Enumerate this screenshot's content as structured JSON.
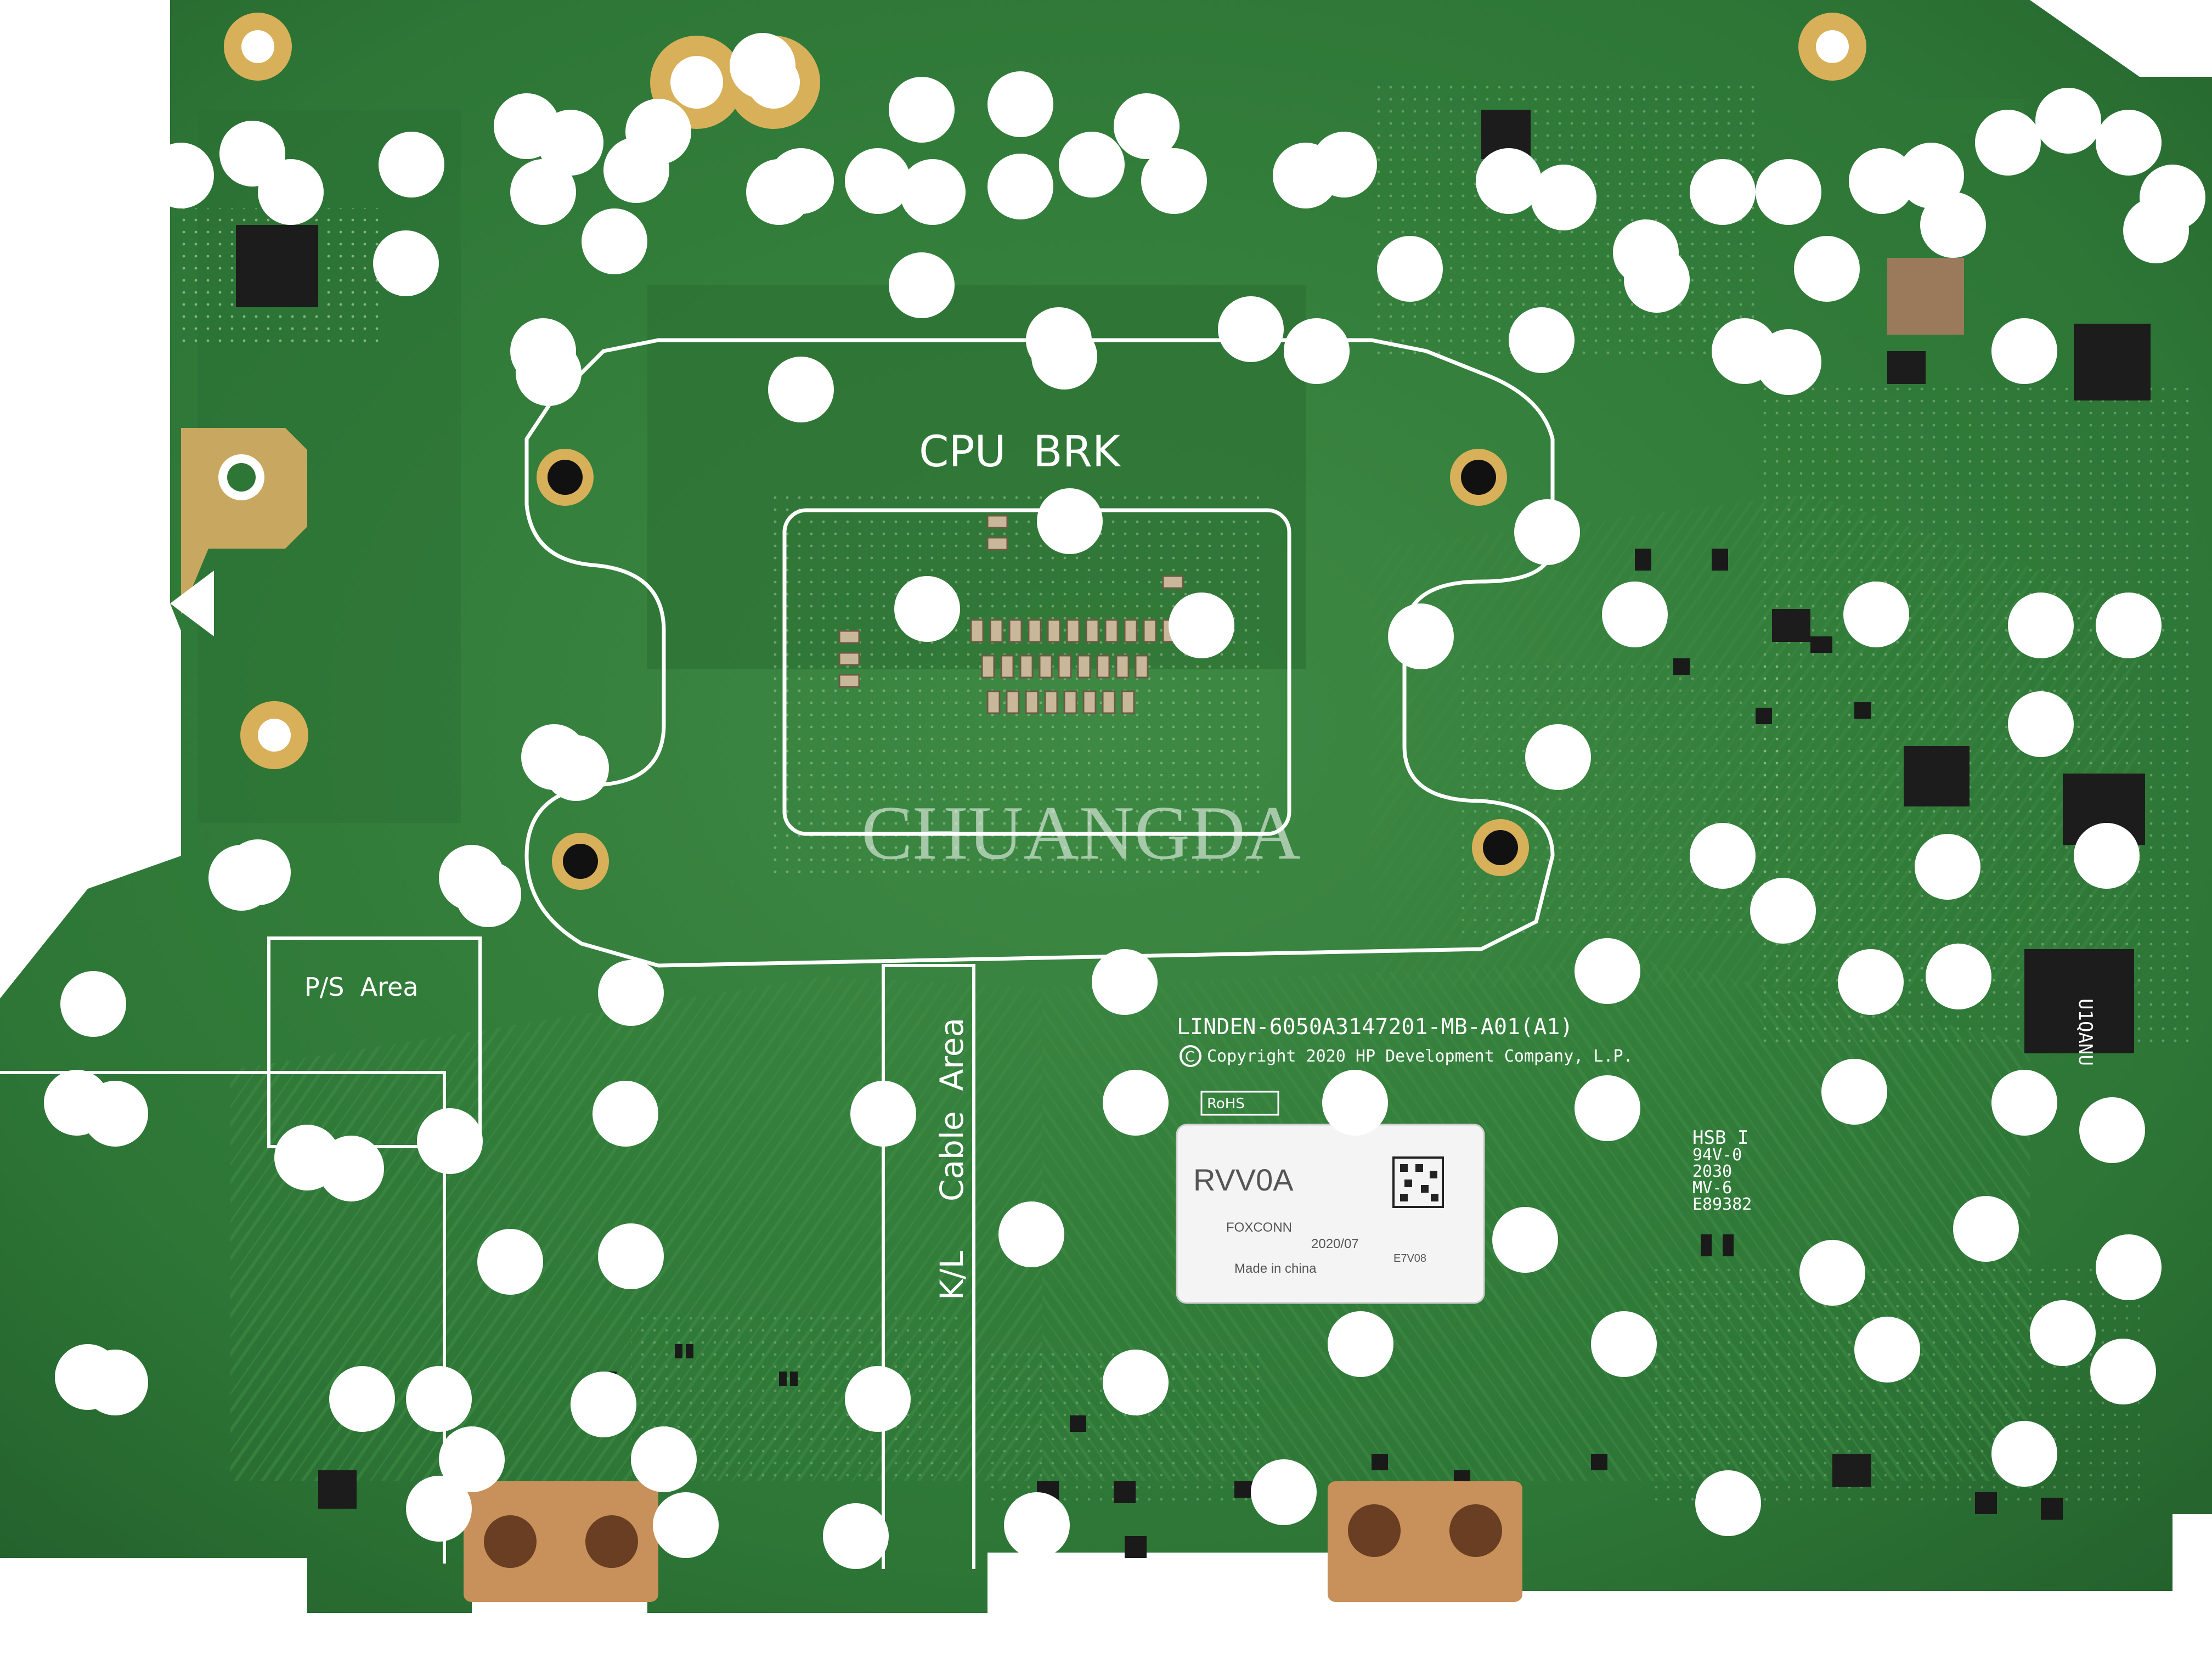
{
  "image": {
    "subject": "laptop motherboard underside",
    "colors": {
      "pcb": "#2f7a3a",
      "pcb_dark": "#1f5a2a",
      "pcb_light": "#4c9a4c",
      "silkscreen": "#ffffff",
      "copper_pad": "#c8905a",
      "gold_ring": "#d8b05a",
      "chip": "#222222",
      "label_bg": "#f4f4f4"
    }
  },
  "silkscreen": {
    "cpu_brk": "CPU  BRK",
    "ps_area": "P/S  Area",
    "cable_area": "Cable  Area",
    "kl": "K/L",
    "board_id": "LINDEN-6050A3147201-MB-A01(A1)",
    "copyright": "Copyright 2020 HP Development Company, L.P.",
    "copyright_symbol": "C",
    "rohs": "RoHS",
    "hsb": "HSB I",
    "rating": "94V-0",
    "year": "2030",
    "mv": "MV-6",
    "e_code": "E89382"
  },
  "sticker": {
    "code": "RVV0A",
    "maker": "FOXCONN",
    "date": "2020/07",
    "origin": "Made in china",
    "small_code": "E7V08"
  },
  "chip_marking": {
    "text": "U1QANU"
  },
  "watermark": {
    "text": "CHUANGDA"
  }
}
